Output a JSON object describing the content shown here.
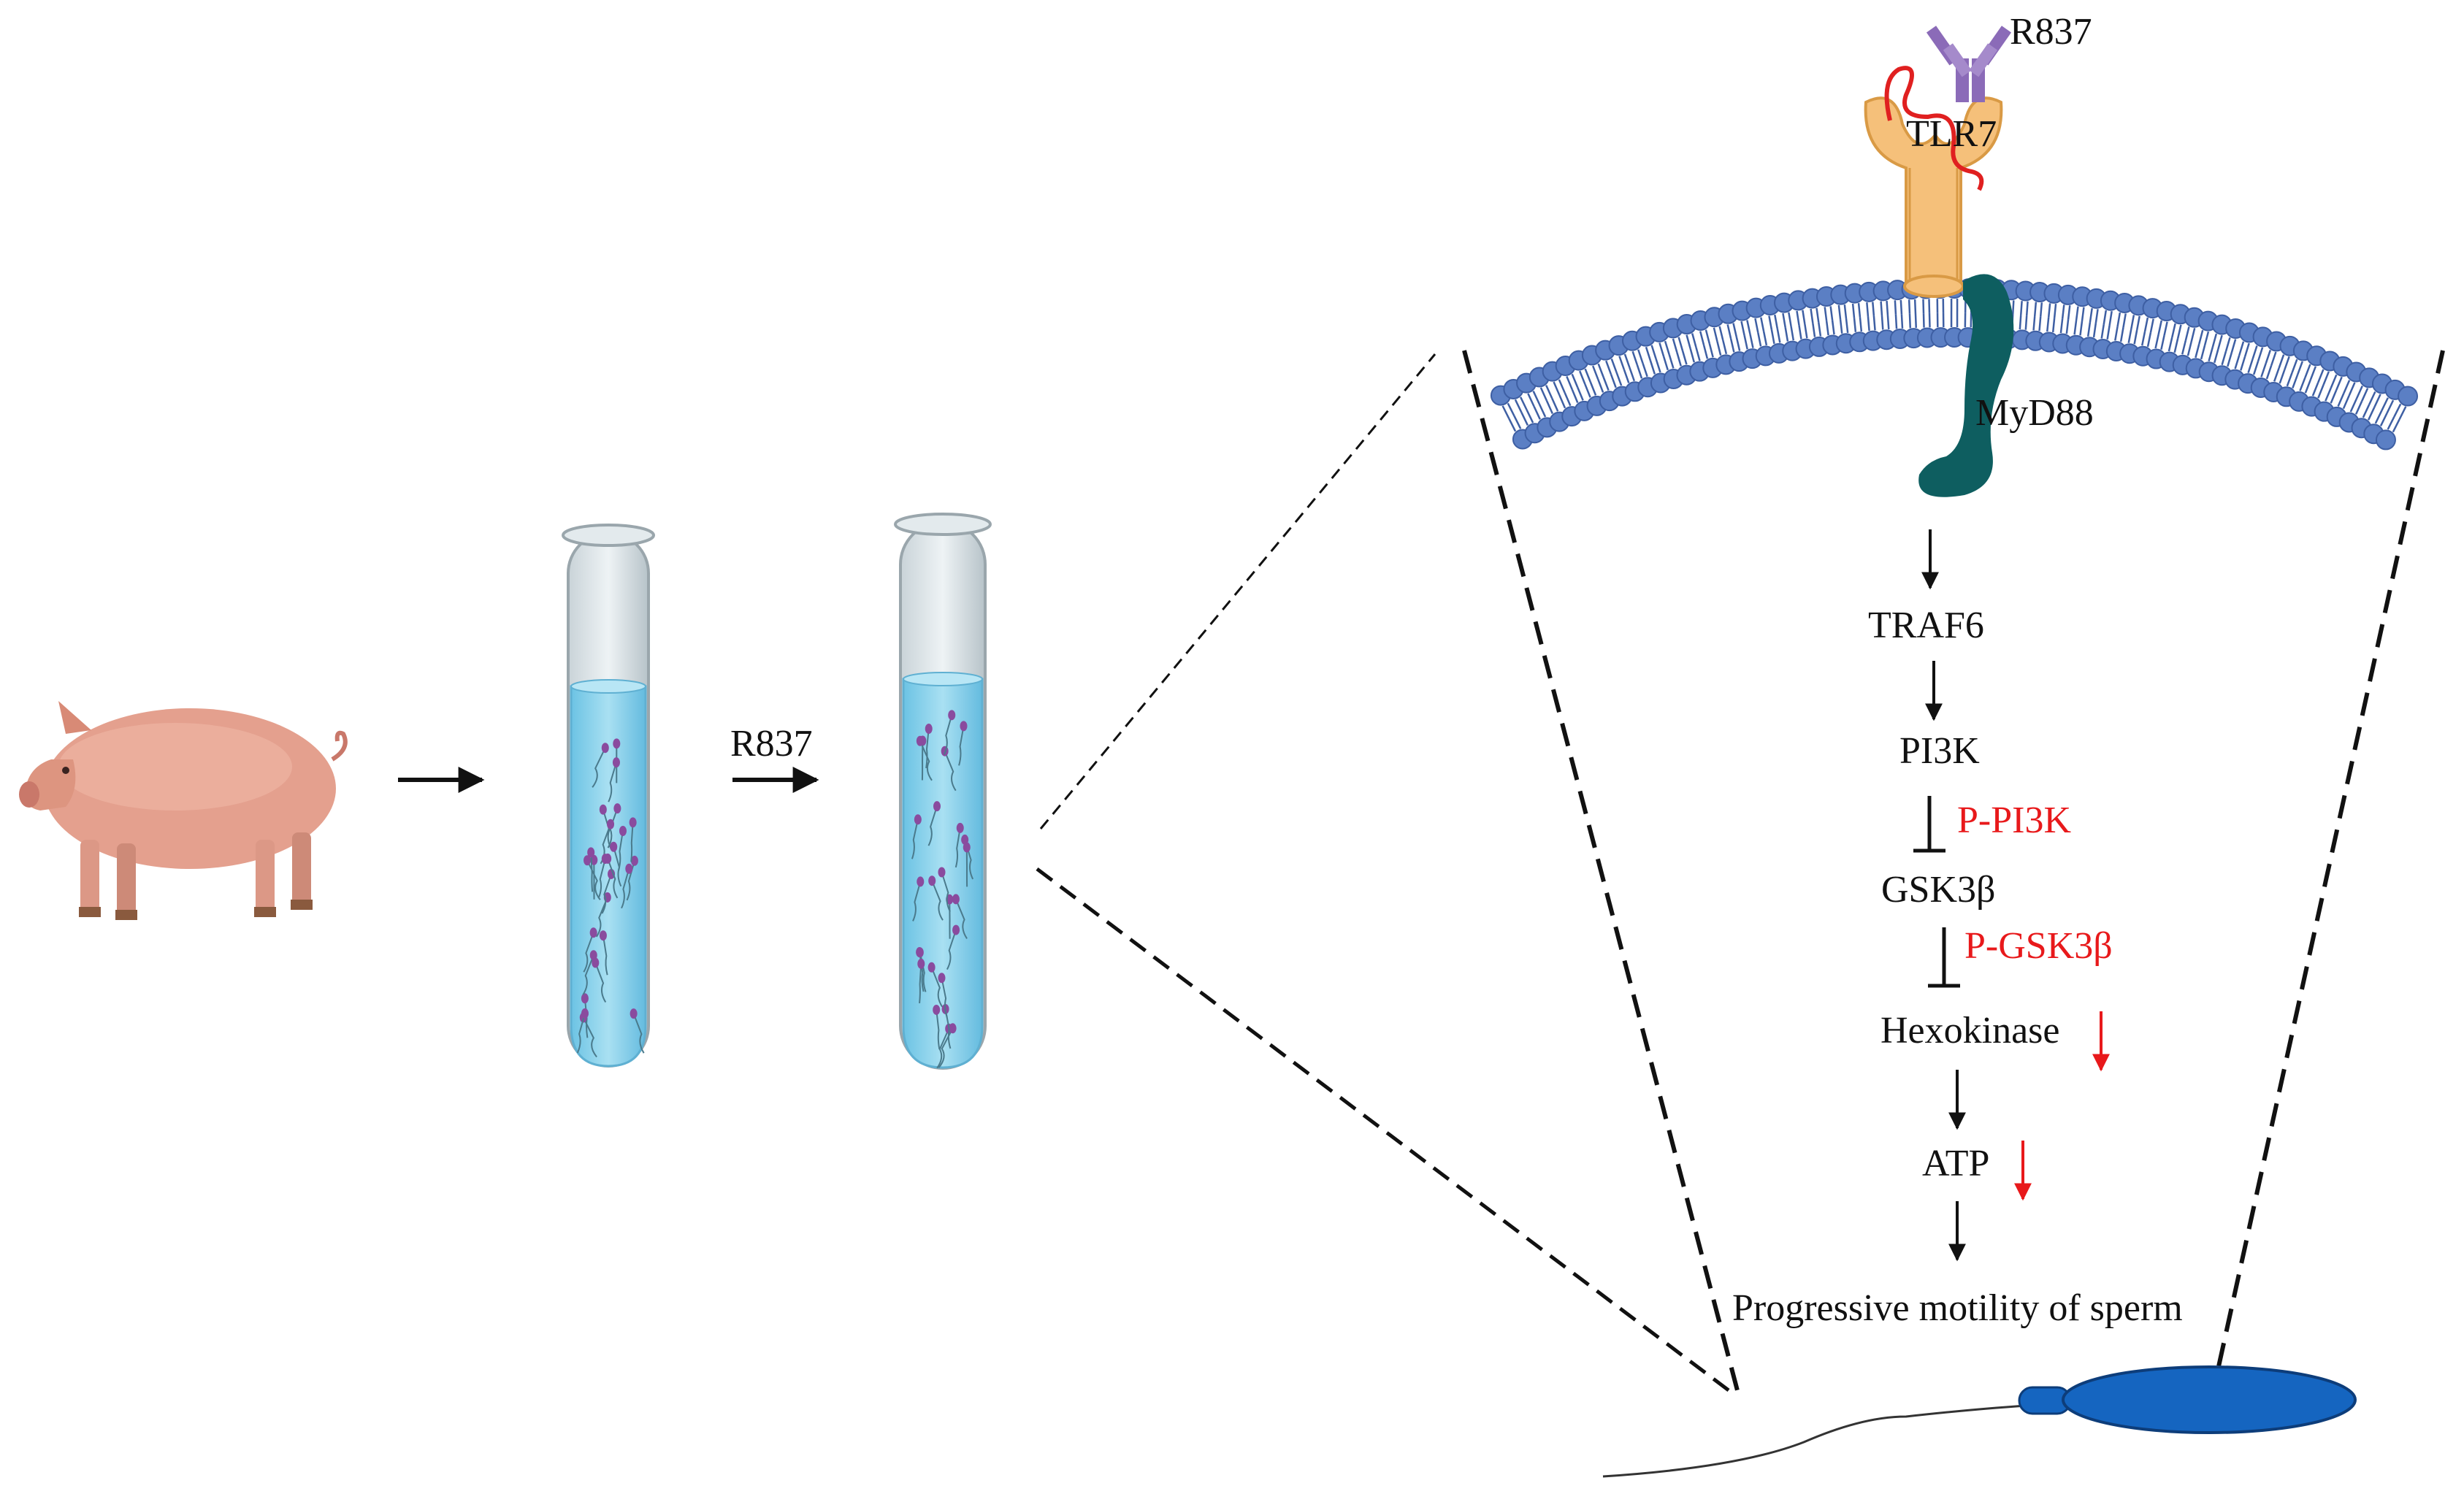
{
  "treatment": {
    "label": "R837"
  },
  "receptor": {
    "ligand_label": "R837",
    "receptor_label": "TLR7",
    "adaptor_label": "MyD88"
  },
  "pathway": {
    "traf6": "TRAF6",
    "pi3k": "PI3K",
    "p_pi3k": "P-PI3K",
    "gsk3b": "GSK3β",
    "p_gsk3b": "P-GSK3β",
    "hexokinase": "Hexokinase",
    "atp": "ATP",
    "outcome": "Progressive motility of sperm"
  },
  "colors": {
    "membrane": "#5b7fc4",
    "membrane_dark": "#3e5fa3",
    "receptor": "#f5c07a",
    "receptor_edge": "#d99a45",
    "ligand": "#8b6bb8",
    "ligand_chain": "#e02020",
    "adaptor": "#0e5e60",
    "highlight": "#e8191b",
    "liquid": "#8fd3ec",
    "sperm": "#1565c0",
    "pig": "#e4a08e"
  },
  "icons": [
    "pig-icon",
    "test-tube-icon",
    "sperm-icon",
    "tlr7-receptor-icon",
    "myd88-icon",
    "lipid-membrane-icon"
  ]
}
